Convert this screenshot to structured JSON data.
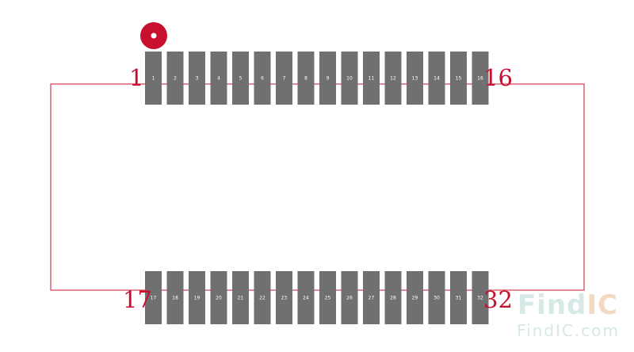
{
  "footprint": {
    "top_row": [
      "1",
      "2",
      "3",
      "4",
      "5",
      "6",
      "7",
      "8",
      "9",
      "10",
      "11",
      "12",
      "13",
      "14",
      "15",
      "16"
    ],
    "bottom_row": [
      "17",
      "18",
      "19",
      "20",
      "21",
      "22",
      "23",
      "24",
      "25",
      "26",
      "27",
      "28",
      "29",
      "30",
      "31",
      "32"
    ],
    "corner_labels": {
      "top_left": "1",
      "top_right": "16",
      "bottom_left": "17",
      "bottom_right": "32"
    },
    "colors": {
      "pad": "#707070",
      "outline": "#c8102e",
      "pin1_marker": "#c8102e"
    }
  },
  "watermark": {
    "brand_prefix": "Find",
    "brand_suffix": "IC",
    "url": "FindIC.com"
  }
}
